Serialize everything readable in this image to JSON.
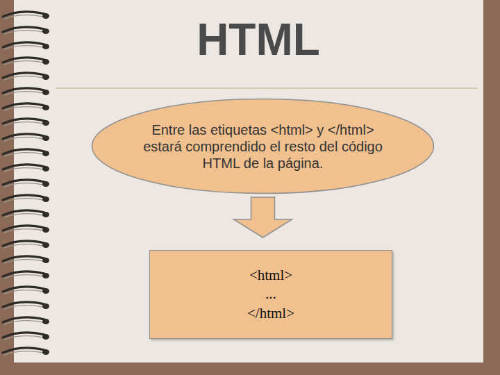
{
  "diagram": {
    "title": "HTML",
    "nodes": [
      {
        "text": [
          "Entre las etiquetas <html> y </html> estará comprendido el resto del código HTML de la página."
        ]
      },
      {
        "text": [
          "<html> ... </html>"
        ]
      }
    ],
    "edges": [
      {
        "from": 0,
        "to": 1,
        "arrow": "to"
      }
    ]
  }
}
